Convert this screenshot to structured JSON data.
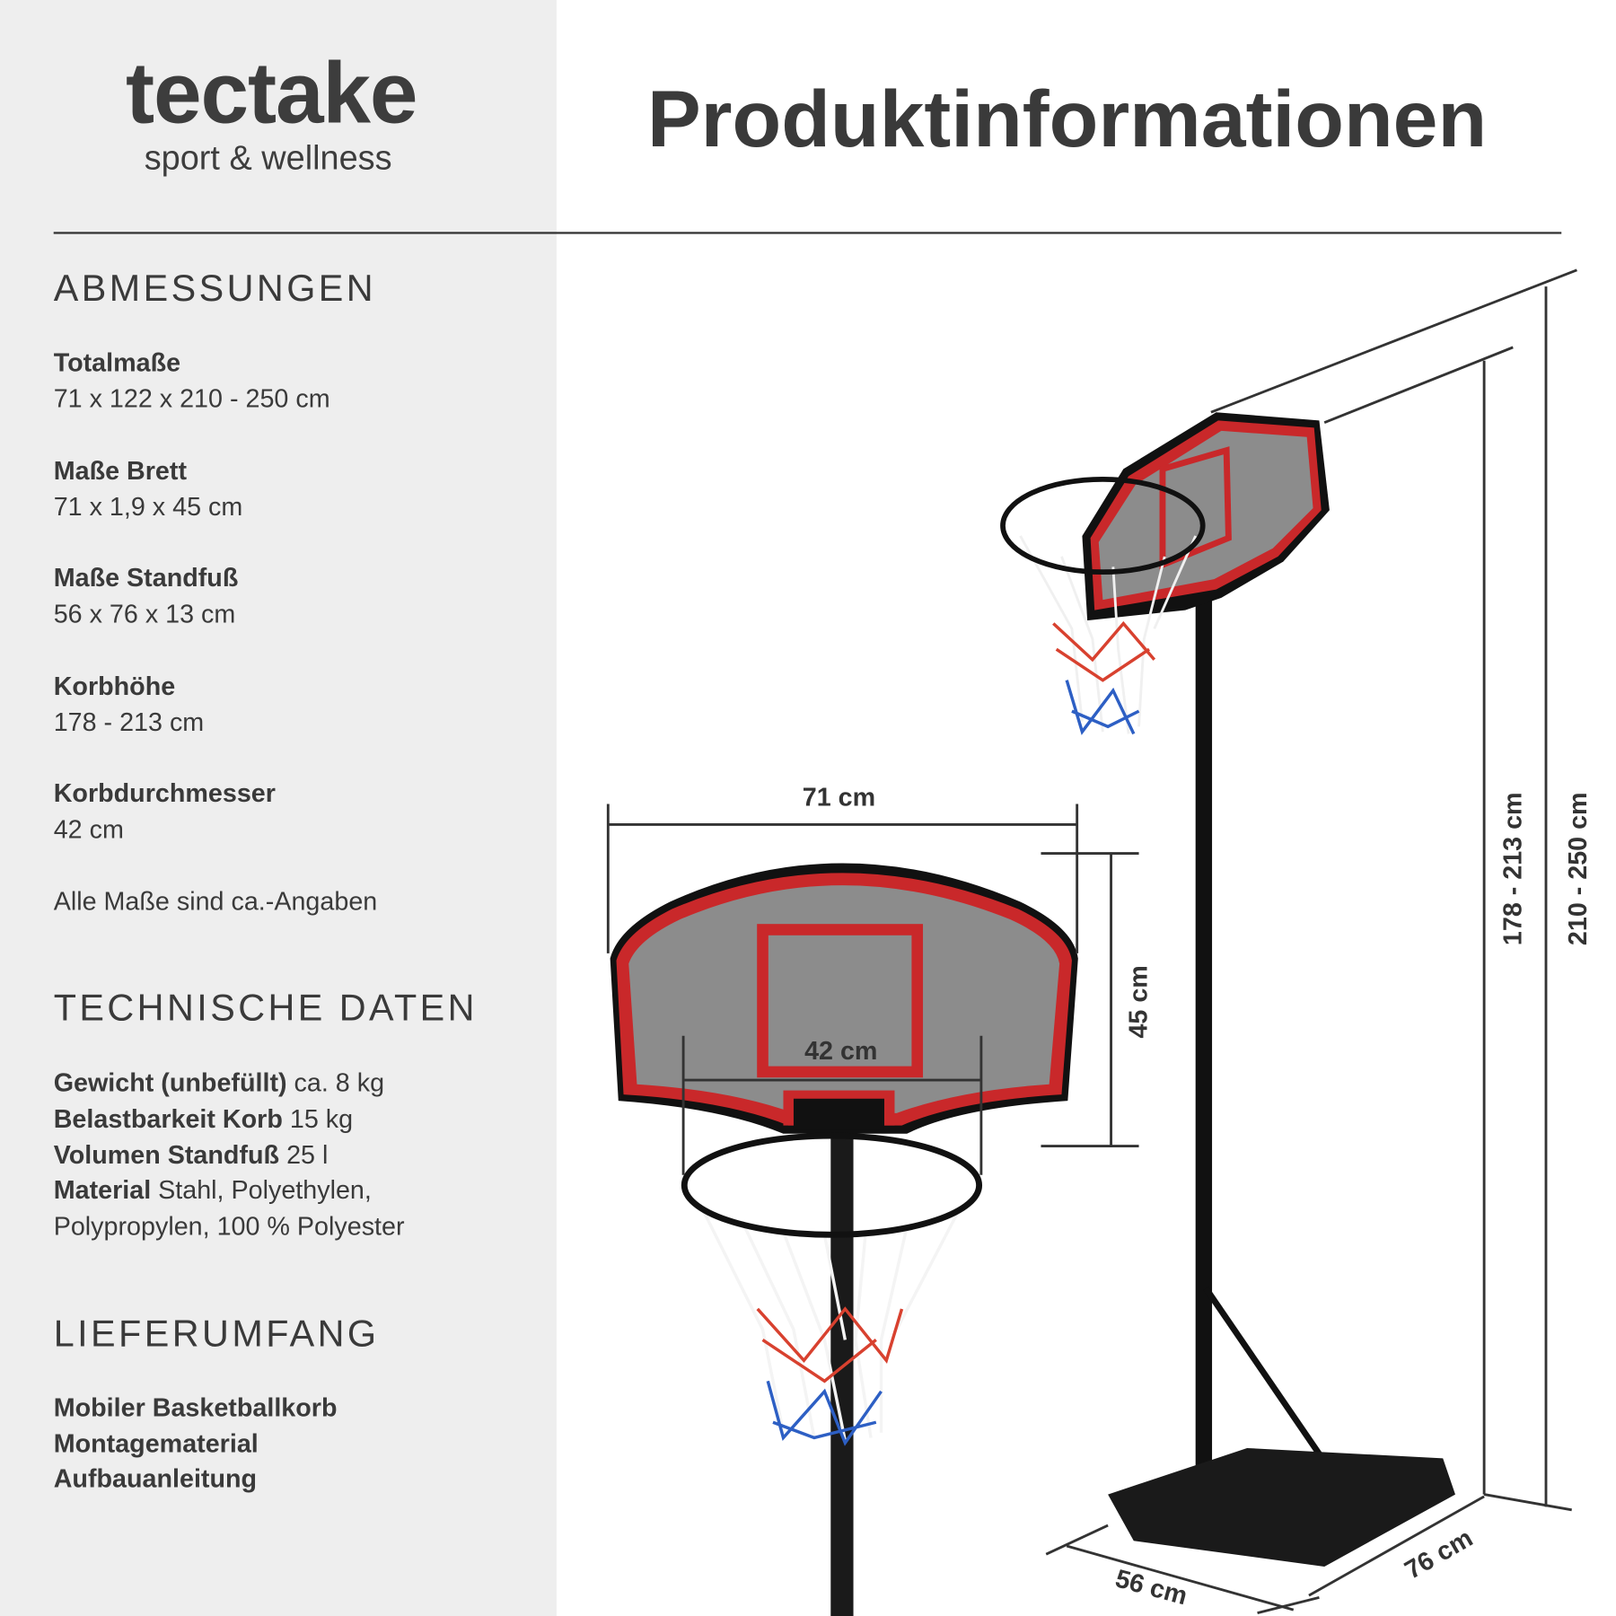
{
  "brand": {
    "logo": "tectake",
    "tagline": "sport & wellness"
  },
  "header": {
    "title": "Produktinformationen"
  },
  "abmessungen": {
    "heading": "ABMESSUNGEN",
    "items": [
      {
        "label": "Totalmaße",
        "value": "71 x 122 x 210 - 250 cm"
      },
      {
        "label": "Maße Brett",
        "value": "71 x 1,9 x 45 cm"
      },
      {
        "label": "Maße Standfuß",
        "value": "56 x 76 x 13 cm"
      },
      {
        "label": "Korbhöhe",
        "value": "178 - 213 cm"
      },
      {
        "label": "Korbdurchmesser",
        "value": "42 cm"
      }
    ],
    "note": "Alle Maße sind ca.-Angaben"
  },
  "technische_daten": {
    "heading": "TECHNISCHE DATEN",
    "items": [
      {
        "label": "Gewicht (unbefüllt)",
        "value": " ca. 8 kg"
      },
      {
        "label": "Belastbarkeit Korb",
        "value": " 15 kg"
      },
      {
        "label": "Volumen Standfuß",
        "value": " 25 l"
      },
      {
        "label": "Material",
        "value": " Stahl, Polyethylen,"
      }
    ],
    "continuation": "Polypropylen, 100 % Polyester"
  },
  "lieferumfang": {
    "heading": "LIEFERUMFANG",
    "items": [
      "Mobiler Basketballkorb",
      "Montagematerial",
      "Aufbauanleitung"
    ]
  },
  "dimensions": {
    "board_width": "71 cm",
    "board_height": "45 cm",
    "rim_diameter": "42 cm",
    "hoop_height": "178 - 213 cm",
    "total_height": "210 - 250 cm",
    "base_width": "56 cm",
    "base_depth": "76 cm"
  },
  "colors": {
    "panel": "#eeeeee",
    "text": "#3a3a3a",
    "board_red": "#d42a2a",
    "board_gray": "#8c8c8c"
  }
}
